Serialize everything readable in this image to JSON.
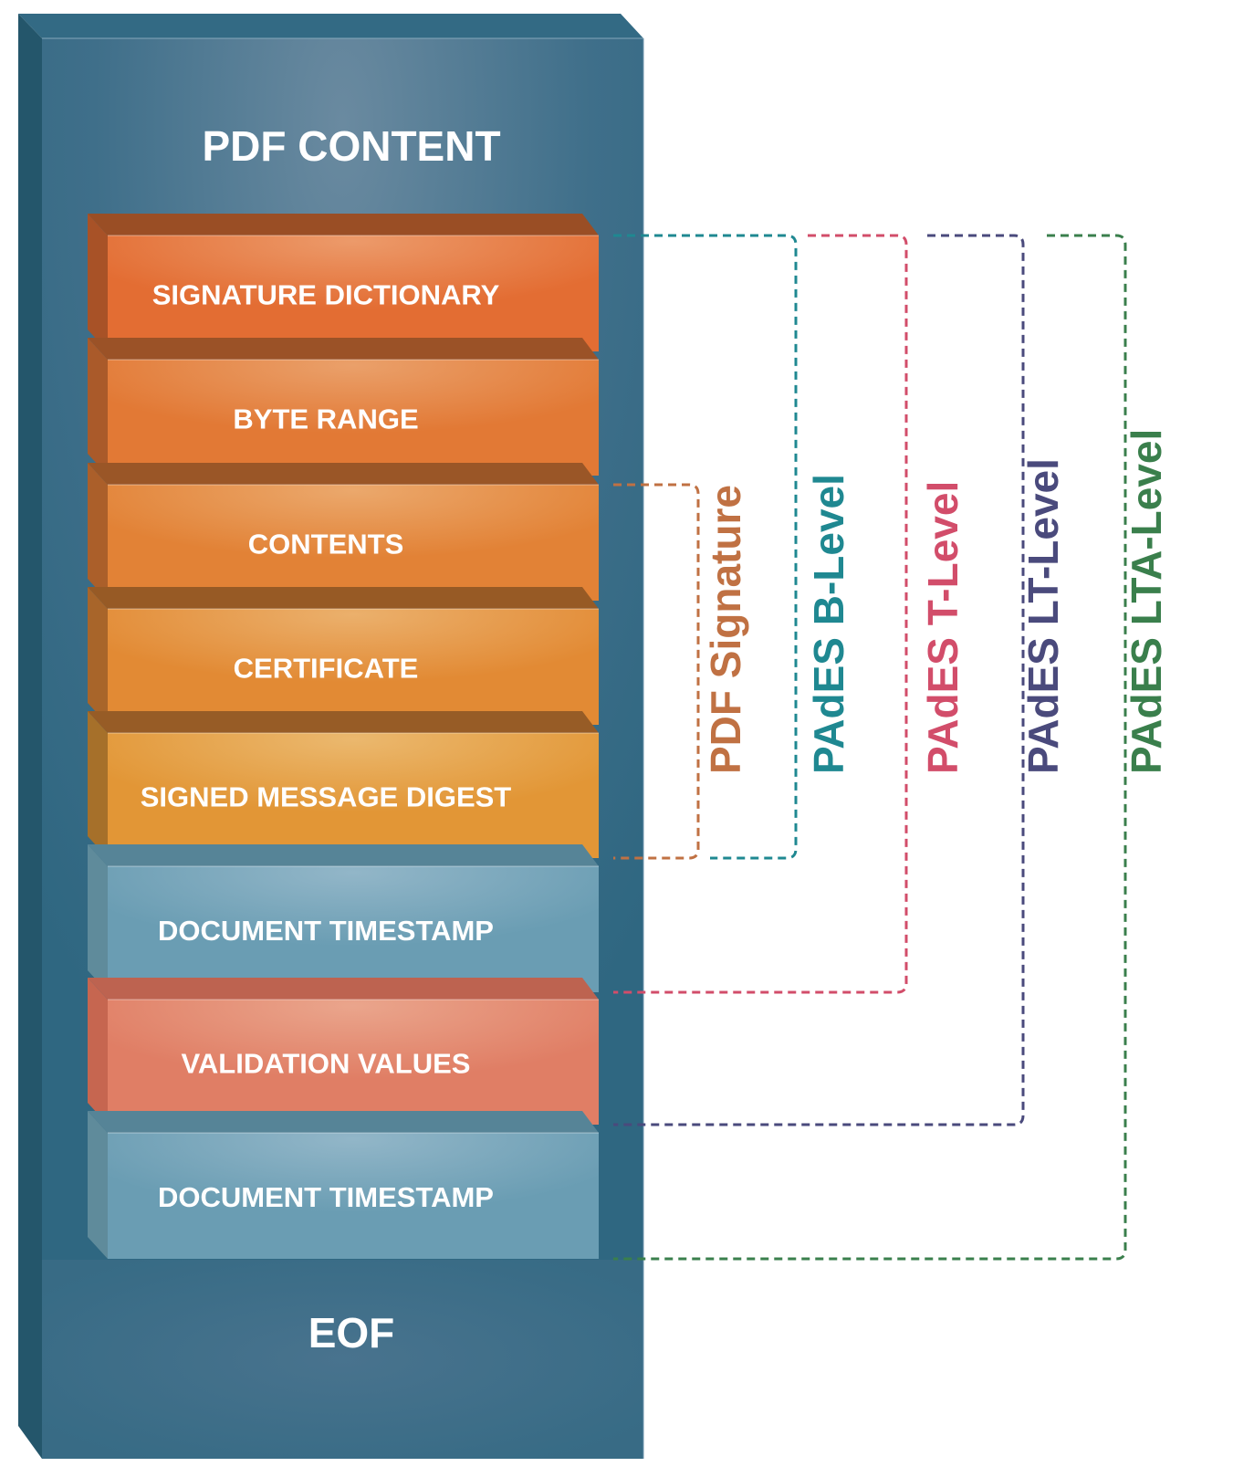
{
  "container": {
    "title": "PDF CONTENT",
    "footer": "EOF",
    "colors": {
      "front_center": "#6a8aa0",
      "front_edge": "#3f6d88",
      "top_face": "#336a84",
      "side_face": "#24566b"
    }
  },
  "blocks": [
    {
      "label": "SIGNATURE DICTIONARY",
      "color": "#e36d33",
      "highlight": "#ec9a6a",
      "top": "#9a4e25",
      "side": "#a85227"
    },
    {
      "label": "BYTE RANGE",
      "color": "#e27935",
      "highlight": "#eaa06a",
      "top": "#9b5227",
      "side": "#aa5a2a"
    },
    {
      "label": "CONTENTS",
      "color": "#e28236",
      "highlight": "#eba86c",
      "top": "#9a5627",
      "side": "#ab5f2a"
    },
    {
      "label": "CERTIFICATE",
      "color": "#e28a34",
      "highlight": "#ebb06c",
      "top": "#975a25",
      "side": "#a8652a"
    },
    {
      "label": "SIGNED MESSAGE DIGEST",
      "color": "#e29636",
      "highlight": "#ebb86e",
      "top": "#975c26",
      "side": "#a6702a"
    },
    {
      "label": "DOCUMENT TIMESTAMP",
      "color": "#6a9db3",
      "highlight": "#92b6c8",
      "top": "#568497",
      "side": "#5f8b9b"
    },
    {
      "label": "VALIDATION VALUES",
      "color": "#e07e65",
      "highlight": "#eaa58c",
      "top": "#bd6350",
      "side": "#c66650"
    },
    {
      "label": "DOCUMENT TIMESTAMP",
      "color": "#6a9db3",
      "highlight": "#92b6c8",
      "top": "#568497",
      "side": "#5f8b9b"
    }
  ],
  "levels": [
    {
      "label": "PDF Signature",
      "color": "#c07143",
      "from_block": 2,
      "to_block": 4
    },
    {
      "label": "PAdES B-Level",
      "color": "#1f8891",
      "from_block": 0,
      "to_block": 4
    },
    {
      "label": "PAdES T-Level",
      "color": "#d24d6a",
      "from_block": 0,
      "to_block": 5
    },
    {
      "label": "PAdES LT-Level",
      "color": "#4a4a7c",
      "from_block": 0,
      "to_block": 6
    },
    {
      "label": "PAdES LTA-Level",
      "color": "#3a7f4c",
      "from_block": 0,
      "to_block": 7
    }
  ]
}
